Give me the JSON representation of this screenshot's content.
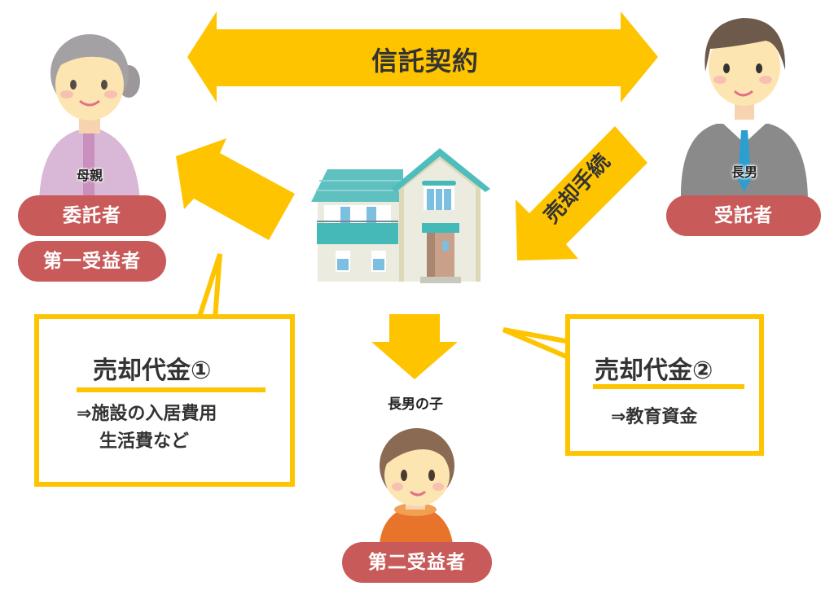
{
  "diagram": {
    "trust_contract_arrow": {
      "label": "信託契約",
      "direction": "bidirectional"
    },
    "sale_procedure_arrow": {
      "label": "売却手続",
      "direction": "from-son-to-house"
    },
    "proceeds_to_mother_arrow": {
      "direction": "from-house-to-mother"
    },
    "proceeds_to_grandchild_arrow": {
      "direction": "from-house-to-grandchild"
    },
    "mother": {
      "name": "母親",
      "roles": [
        "委託者",
        "第一受益者"
      ]
    },
    "son": {
      "name": "長男",
      "roles": [
        "受託者"
      ]
    },
    "grandchild": {
      "name": "長男の子",
      "roles": [
        "第二受益者"
      ]
    },
    "house": {
      "icon": "house-icon"
    },
    "proceeds_1": {
      "title": "売却代金①",
      "lines": [
        "⇒施設の入居費用",
        "生活費など"
      ]
    },
    "proceeds_2": {
      "title": "売却代金②",
      "lines": [
        "⇒教育資金"
      ]
    }
  },
  "colors": {
    "arrow": "#ffc400",
    "role_pill": "#c85a5a",
    "text": "#333333",
    "house_roof": "#4dbdbd"
  }
}
